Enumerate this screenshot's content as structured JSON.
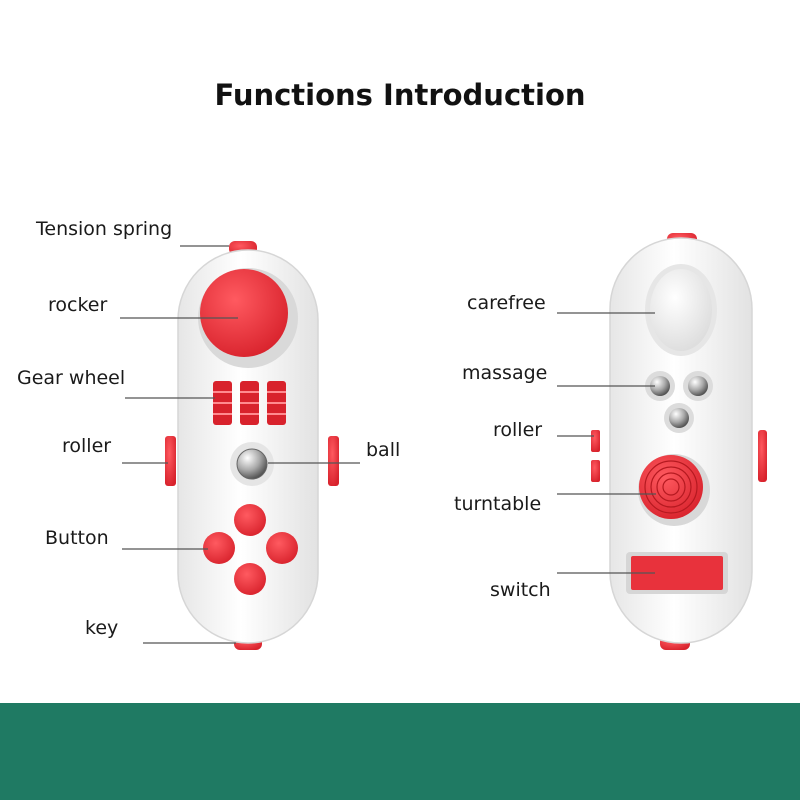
{
  "title": "Functions Introduction",
  "labels": {
    "tension_spring": "Tension spring",
    "rocker": "rocker",
    "gear_wheel": "Gear wheel",
    "roller_left": "roller",
    "ball": "ball",
    "button": "Button",
    "key": "key",
    "carefree": "carefree",
    "massage": "massage",
    "roller_right": "roller",
    "turntable": "turntable",
    "switch": "switch"
  },
  "colors": {
    "accent": "#e8323c",
    "body": "#f4f4f4",
    "band": "#1f7a63"
  }
}
